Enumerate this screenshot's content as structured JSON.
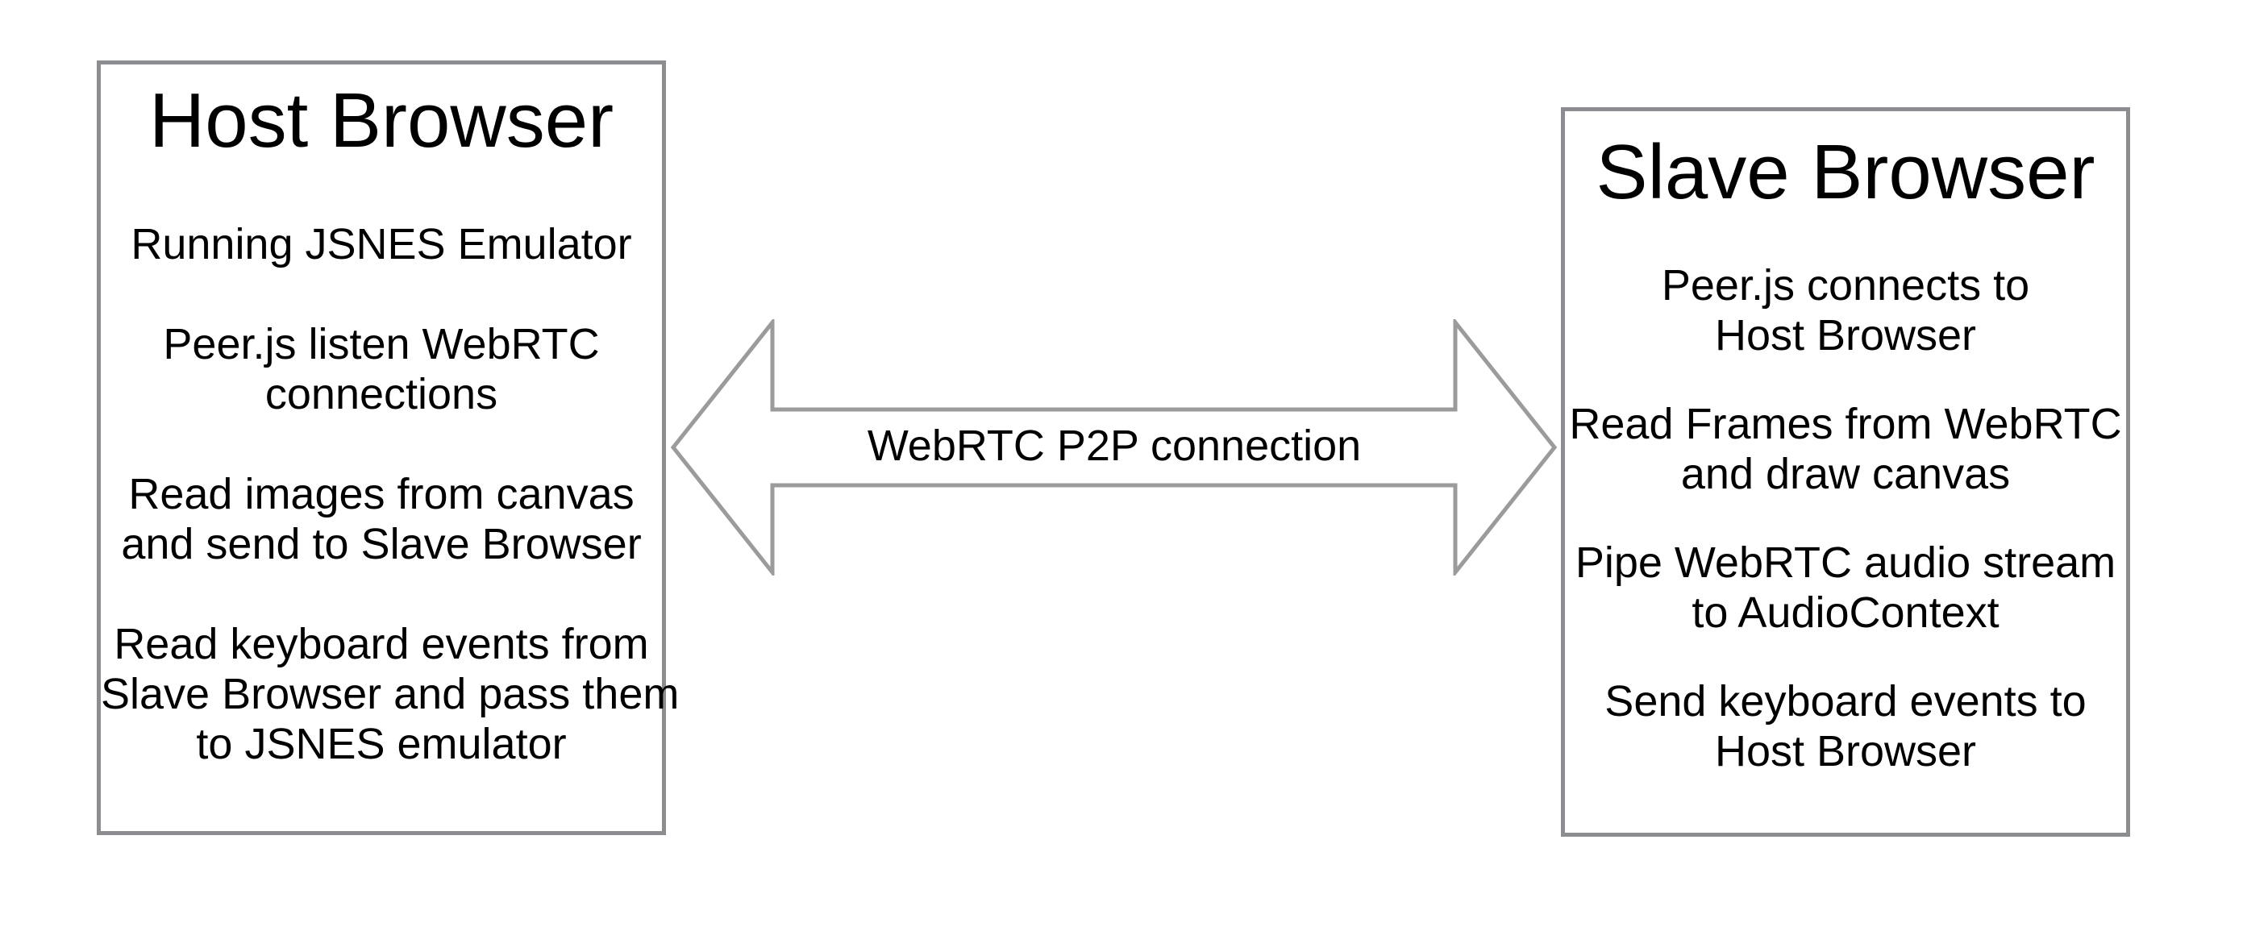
{
  "diagram": {
    "colors": {
      "background": "#ffffff",
      "box_border": "#8b8d90",
      "arrow_outline": "#9b9b9b",
      "text": "#000000"
    },
    "host_box": {
      "title": "Host Browser",
      "paragraphs": [
        [
          "Running JSNES Emulator"
        ],
        [
          "Peer.js listen WebRTC",
          "connections"
        ],
        [
          "Read images from canvas",
          "and send to Slave Browser"
        ],
        [
          "Read keyboard events from",
          "Slave Browser and pass them",
          "to JSNES emulator"
        ]
      ]
    },
    "slave_box": {
      "title": "Slave Browser",
      "paragraphs": [
        [
          "Peer.js connects to",
          "Host Browser"
        ],
        [
          "Read Frames from WebRTC",
          "and draw canvas"
        ],
        [
          "Pipe WebRTC audio stream",
          "to AudioContext"
        ],
        [
          "Send keyboard events to",
          "Host Browser"
        ]
      ]
    },
    "connector": {
      "type": "double-headed-arrow",
      "label": "WebRTC P2P connection"
    }
  }
}
